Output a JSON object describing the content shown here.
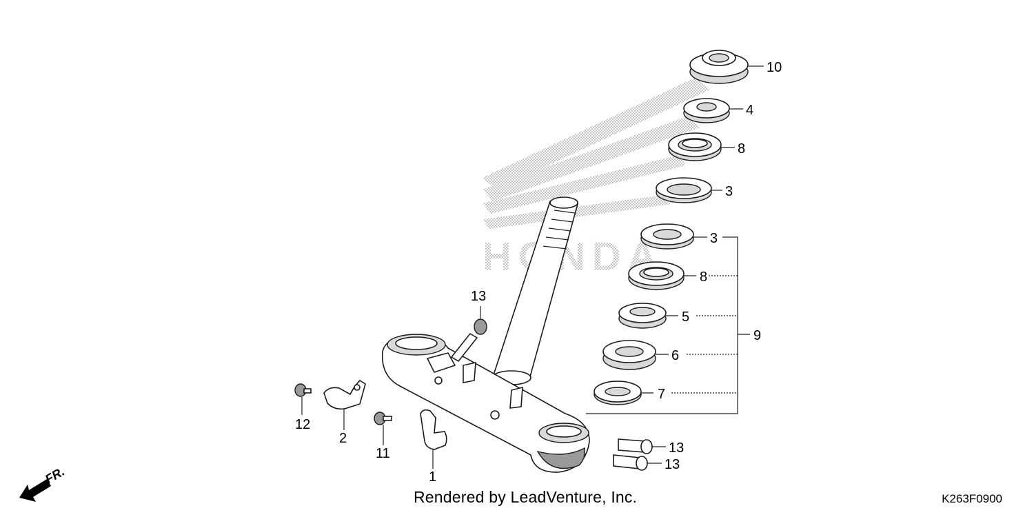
{
  "callouts": {
    "p1": "1",
    "p2": "2",
    "p3a": "3",
    "p3b": "3",
    "p4": "4",
    "p5": "5",
    "p6": "6",
    "p7": "7",
    "p8a": "8",
    "p8b": "8",
    "p9": "9",
    "p10": "10",
    "p11": "11",
    "p12": "12",
    "p13a": "13",
    "p13b": "13",
    "p13c": "13"
  },
  "arrow_label": "FR.",
  "credit": "Rendered by LeadVenture, Inc.",
  "diagram_code": "K263F0900",
  "watermark_brand": "HONDA",
  "colors": {
    "line": "#1a1a1a",
    "shade": "#d9d9d9",
    "watermark": "#c8c8c8"
  }
}
